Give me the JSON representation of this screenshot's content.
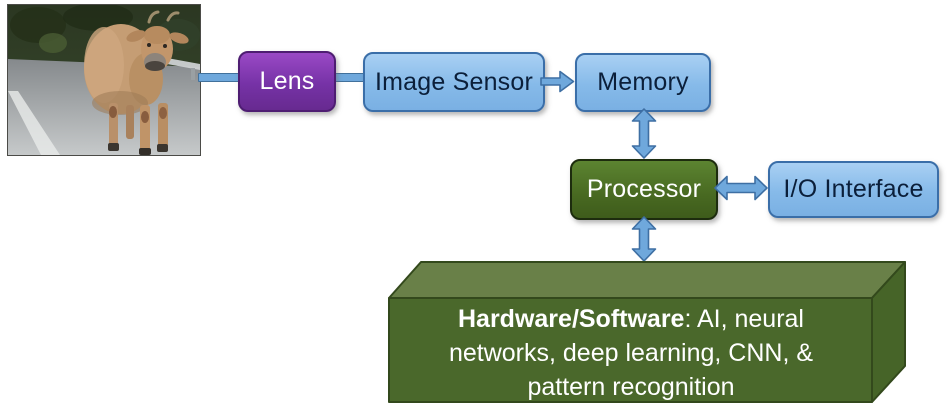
{
  "input_image": {
    "description": "Photograph of a cow standing on a road"
  },
  "blocks": {
    "lens": {
      "label": "Lens"
    },
    "image_sensor": {
      "label": "Image Sensor"
    },
    "memory": {
      "label": "Memory"
    },
    "processor": {
      "label": "Processor"
    },
    "io_interface": {
      "label": "I/O Interface"
    }
  },
  "hw_box": {
    "line1_bold": "Hardware/Software",
    "line1_rest": ": AI, neural",
    "line2": "networks, deep learning, CNN, &",
    "line3": "pattern recognition"
  },
  "connections": [
    {
      "from": "photo",
      "to": "lens",
      "type": "line"
    },
    {
      "from": "lens",
      "to": "image_sensor",
      "type": "line"
    },
    {
      "from": "image_sensor",
      "to": "memory",
      "type": "arrow-right"
    },
    {
      "from": "memory",
      "to": "processor",
      "type": "double-arrow-vertical"
    },
    {
      "from": "processor",
      "to": "io_interface",
      "type": "double-arrow-horizontal"
    },
    {
      "from": "processor",
      "to": "hw_box",
      "type": "double-arrow-vertical"
    }
  ],
  "colors": {
    "connector_blue": "#6FA8DC",
    "connector_border": "#3E6FA3",
    "block_blue": "#86BAE9",
    "block_blue_border": "#3A6EA8",
    "lens_purple": "#7632A6",
    "processor_green": "#486921",
    "hw_front": "#4A682B",
    "hw_top": "#698048",
    "hw_side": "#466428",
    "hw_border": "#33491C",
    "label_dark": "#0B1F3A",
    "label_light": "#FFFFFF"
  }
}
